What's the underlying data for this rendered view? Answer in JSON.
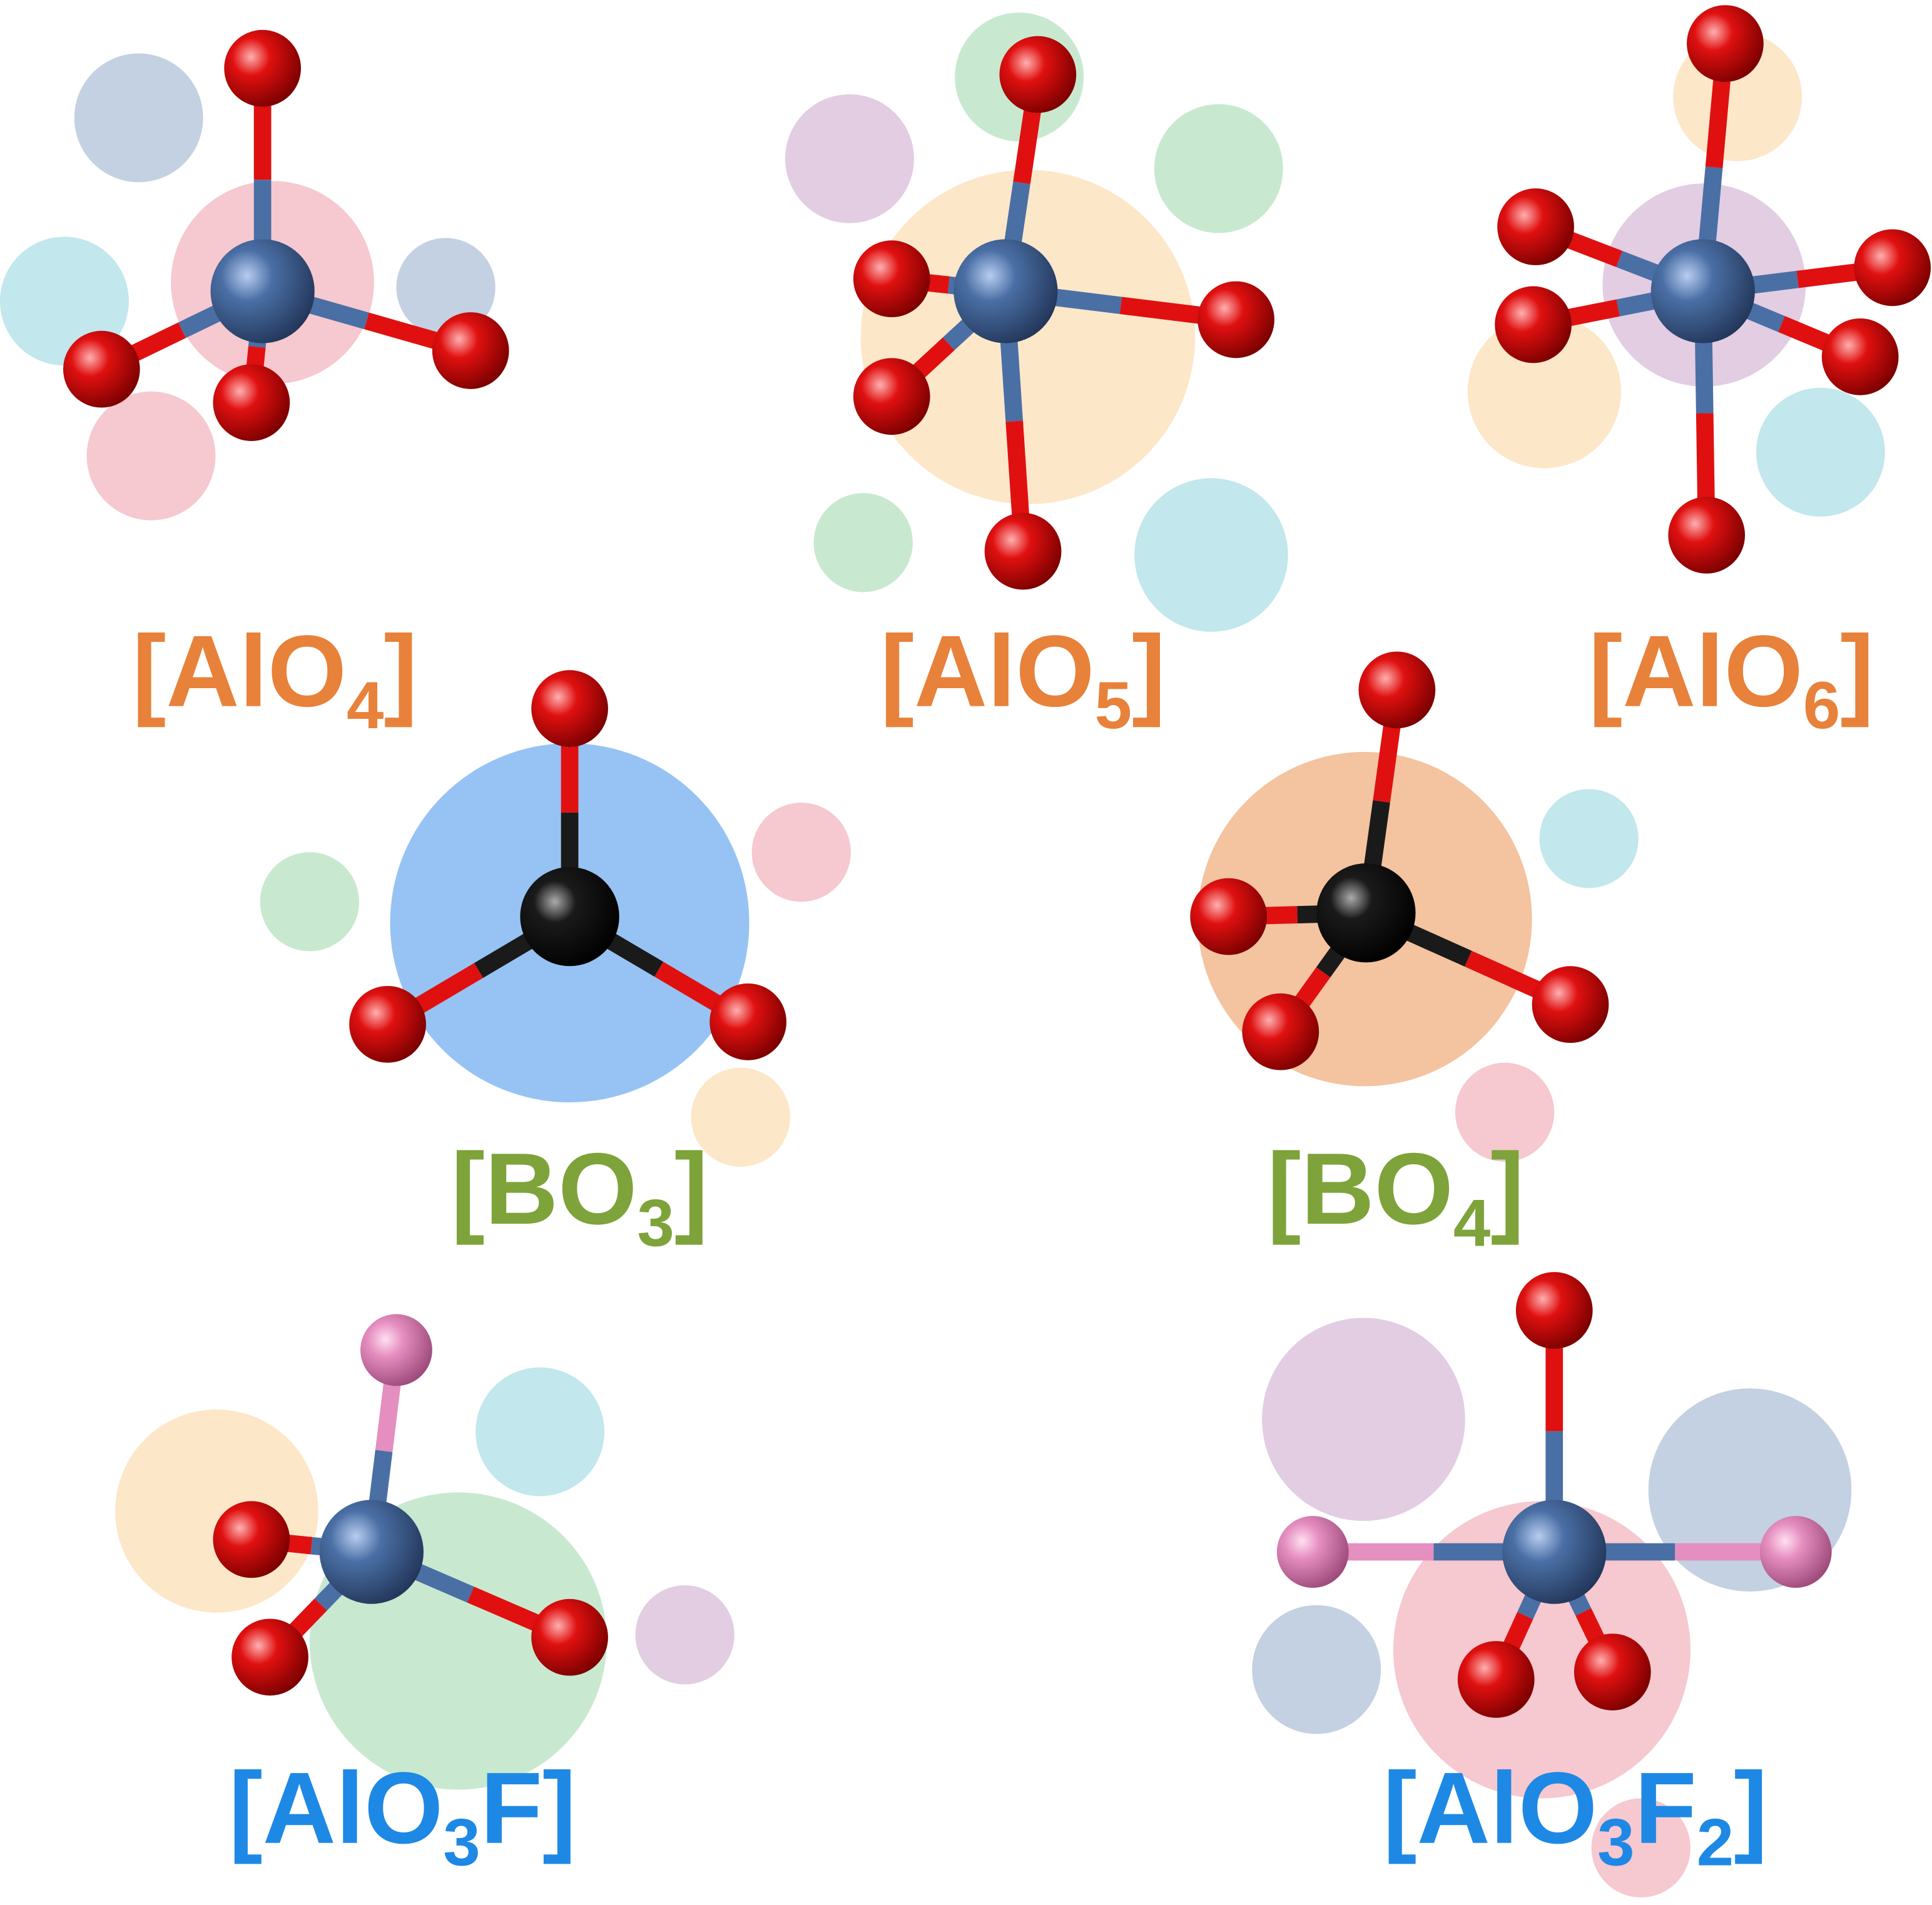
{
  "colors": {
    "al": "#4a6fa5",
    "o": "#e01010",
    "b": "#1a1a1a",
    "f": "#e58ec0",
    "al_label": "#e8813a",
    "b_label": "#7da33a",
    "f_label": "#1e88e5"
  },
  "structures": [
    {
      "id": "alo4",
      "label": {
        "open": "[AlO",
        "sub1": "4",
        "mid": "",
        "sub2": "",
        "close": "]"
      },
      "label_color": "#e8813a"
    },
    {
      "id": "alo5",
      "label": {
        "open": "[AlO",
        "sub1": "5",
        "mid": "",
        "sub2": "",
        "close": "]"
      },
      "label_color": "#e8813a"
    },
    {
      "id": "alo6",
      "label": {
        "open": "[AlO",
        "sub1": "6",
        "mid": "",
        "sub2": "",
        "close": "]"
      },
      "label_color": "#e8813a"
    },
    {
      "id": "bo3",
      "label": {
        "open": "[BO",
        "sub1": "3",
        "mid": "",
        "sub2": "",
        "close": "]"
      },
      "label_color": "#7da33a"
    },
    {
      "id": "bo4",
      "label": {
        "open": "[BO",
        "sub1": "4",
        "mid": "",
        "sub2": "",
        "close": "]"
      },
      "label_color": "#7da33a"
    },
    {
      "id": "alo3f",
      "label": {
        "open": "[AlO",
        "sub1": "3",
        "mid": "F",
        "sub2": "",
        "close": "]"
      },
      "label_color": "#1e88e5"
    },
    {
      "id": "alo3f2",
      "label": {
        "open": "[AlO",
        "sub1": "3",
        "mid": "F",
        "sub2": "2",
        "close": "]"
      },
      "label_color": "#1e88e5"
    }
  ]
}
